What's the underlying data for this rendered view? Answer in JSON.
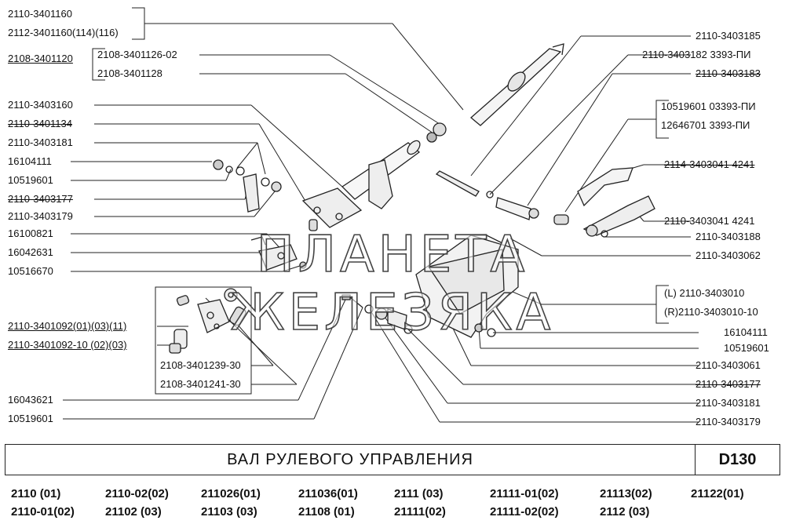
{
  "left_labels": [
    {
      "text": "2110-3401160",
      "style": ""
    },
    {
      "text": "2112-3401160(114)(116)",
      "style": ""
    },
    {
      "text": "2108-3401120",
      "style": "u"
    },
    {
      "text": "2108-3401126-02",
      "style": ""
    },
    {
      "text": "2108-3401128",
      "style": ""
    },
    {
      "text": "2110-3403160",
      "style": ""
    },
    {
      "text": "2110-3401134",
      "style": "s"
    },
    {
      "text": "2110-3403181",
      "style": ""
    },
    {
      "text": "16104111",
      "style": ""
    },
    {
      "text": "10519601",
      "style": ""
    },
    {
      "text": "2110-3403177",
      "style": "s"
    },
    {
      "text": "2110-3403179",
      "style": ""
    },
    {
      "text": "16100821",
      "style": ""
    },
    {
      "text": "16042631",
      "style": ""
    },
    {
      "text": "10516670",
      "style": ""
    },
    {
      "text": "2110-3401092(01)(03)(11)",
      "style": "u"
    },
    {
      "text": "2110-3401092-10 (02)(03)",
      "style": "u"
    },
    {
      "text": "2108-3401239-30",
      "style": ""
    },
    {
      "text": "2108-3401241-30",
      "style": ""
    },
    {
      "text": "16043621",
      "style": ""
    },
    {
      "text": "10519601",
      "style": ""
    }
  ],
  "right_labels": [
    {
      "text": "2110-3403185",
      "style": ""
    },
    {
      "text": "2110-3403182  3393-ПИ",
      "style": ""
    },
    {
      "text": "2110-3403183",
      "style": "s"
    },
    {
      "text": "10519601  03393-ПИ",
      "style": ""
    },
    {
      "text": "12646701    3393-ПИ",
      "style": ""
    },
    {
      "text": "2114-3403041  4241",
      "style": "s"
    },
    {
      "text": "2110-3403041  4241",
      "style": ""
    },
    {
      "text": "2110-3403188",
      "style": ""
    },
    {
      "text": "2110-3403062",
      "style": ""
    },
    {
      "text": "(L)     2110-3403010",
      "style": ""
    },
    {
      "text": "(R)2110-3403010-10",
      "style": ""
    },
    {
      "text": "16104111",
      "style": ""
    },
    {
      "text": "10519601",
      "style": ""
    },
    {
      "text": "2110-3403061",
      "style": ""
    },
    {
      "text": "2110-3403177",
      "style": "s"
    },
    {
      "text": "2110-3403181",
      "style": ""
    },
    {
      "text": "2110-3403179",
      "style": ""
    }
  ],
  "watermark": "ПЛАНЕТА ЖЕЛЕЗЯКА",
  "title": "ВАЛ  РУЛЕВОГО  УПРАВЛЕНИЯ",
  "code": "D130",
  "models": [
    [
      "2110      (01)",
      "2110-02(02)",
      "211026(01)",
      "211036(01)",
      "2111  (03)",
      "21111-01(02)",
      "21113(02)",
      "21122(01)"
    ],
    [
      "2110-01(02)",
      "21102    (03)",
      "21103  (03)",
      "21108  (01)",
      "21111(02)",
      "21111-02(02)",
      "2112  (03)",
      ""
    ]
  ]
}
